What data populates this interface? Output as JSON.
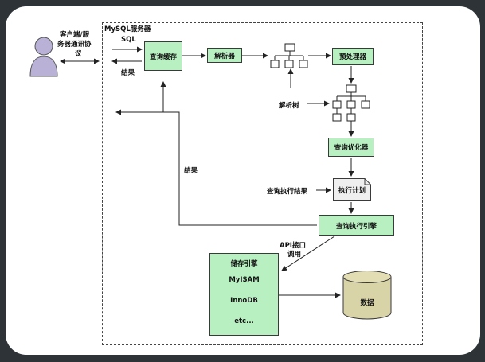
{
  "client": {
    "label_line1": "客户端/服",
    "label_line2": "务器通讯协",
    "label_line3": "议"
  },
  "server": {
    "title": "MySQL服务器"
  },
  "flow": {
    "sql": "SQL",
    "result": "结果",
    "result_back": "结果"
  },
  "nodes": {
    "query_cache": "查询缓存",
    "parser": "解析器",
    "preprocessor": "预处理器",
    "parse_tree": "解析树",
    "optimizer": "查询优化器",
    "exec_result": "查询执行结果",
    "exec_plan": "执行计划",
    "exec_engine": "查询执行引擎",
    "api_line1": "API接口",
    "api_line2": "调用"
  },
  "engine": {
    "title": "储存引擎",
    "items": [
      "MyISAM",
      "InnoDB",
      "etc..."
    ]
  },
  "database": {
    "label": "数据"
  },
  "colors": {
    "box_fill": "#b9f0c2",
    "doc_fill": "#efefef",
    "db_fill": "#d9d3a8",
    "user_fill": "#b9b1d6"
  }
}
